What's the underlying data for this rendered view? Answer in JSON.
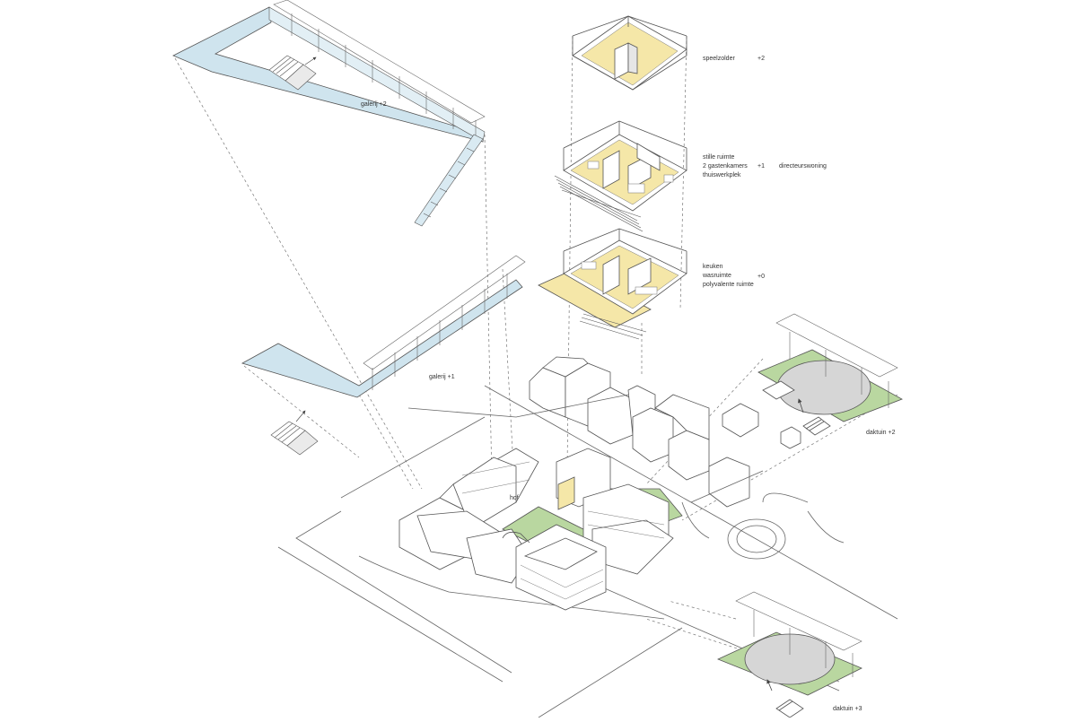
{
  "labels": {
    "galerij_2": "galerij +2",
    "galerij_1": "galerij +1",
    "hof": "hof",
    "daktuin_2": "daktuin +2",
    "daktuin_3": "daktuin +3"
  },
  "floors": {
    "top": {
      "rooms": [
        "speelzolder"
      ],
      "level": "+2"
    },
    "middle": {
      "rooms": [
        "stille ruimte",
        "2 gastenkamers",
        "thuiswerkplek"
      ],
      "level": "+1",
      "building": "directeurswoning"
    },
    "ground": {
      "rooms": [
        "keuken",
        "wasruimte",
        "polyvalente ruimte"
      ],
      "level": "+0"
    }
  },
  "colors": {
    "line": "#555555",
    "gallery_fill": "#cfe4ee",
    "floor_fill": "#f5e7a8",
    "green": "#b9d7a0",
    "dome": "#d6d6d6"
  }
}
